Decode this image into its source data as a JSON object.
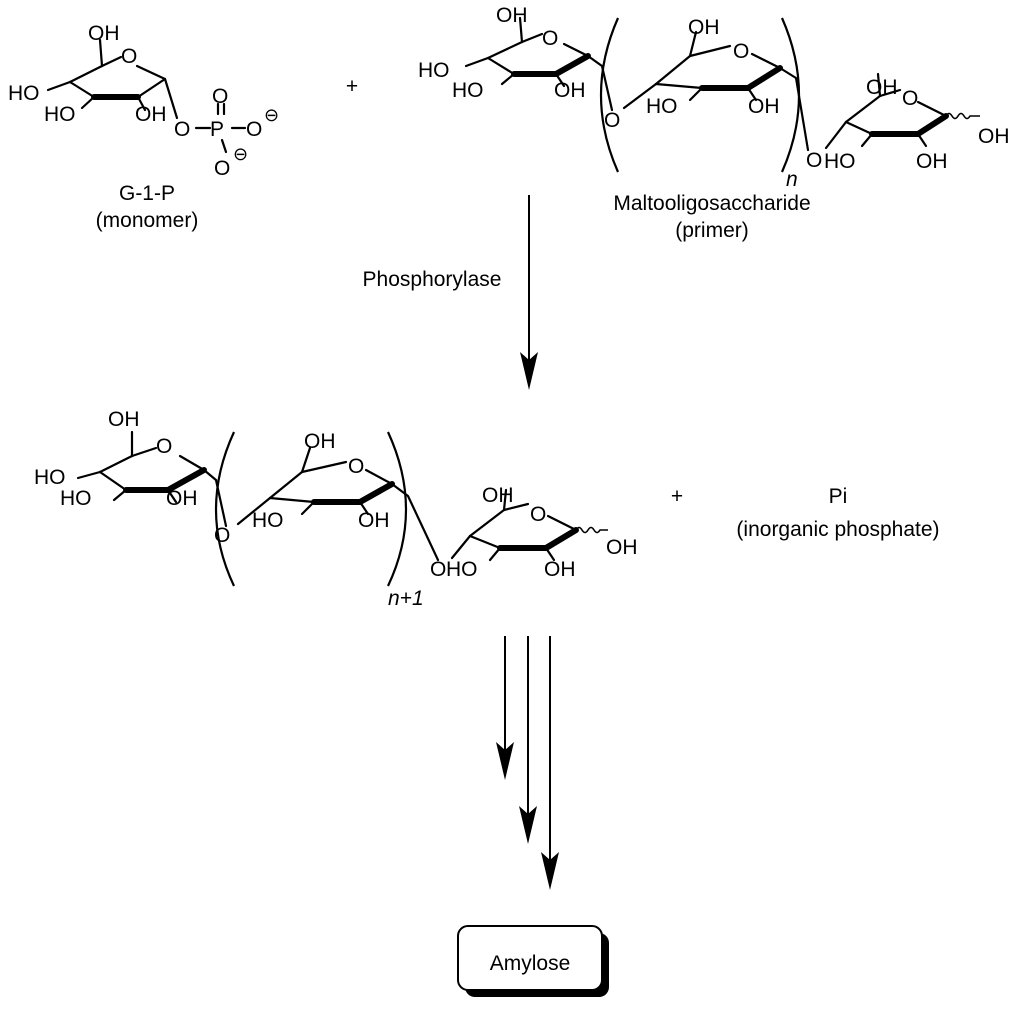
{
  "g1p": {
    "label": "G-1-P",
    "sublabel": "(monomer)",
    "atoms": {
      "oh6": "OH",
      "ho4": "HO",
      "ho3": "HO",
      "oh2": "OH",
      "ring_o": "O",
      "o_link": "O",
      "p": "P",
      "o_top": "O",
      "o_right": "O",
      "o_bottom": "O",
      "charge_right": "⊖",
      "charge_bottom": "⊖"
    }
  },
  "plus1": "+",
  "primer": {
    "label": "Maltooligosaccharide",
    "sublabel": "(primer)",
    "repeat": "n",
    "atoms": {
      "u1_oh6": "OH",
      "u1_ho4": "HO",
      "u1_ho3": "HO",
      "u1_oh2": "OH",
      "u1_ring_o": "O",
      "link1_o": "O",
      "u2_oh6": "OH",
      "u2_ho3": "HO",
      "u2_oh2": "OH",
      "u2_ring_o": "O",
      "link2_o": "O",
      "u3_oh6": "OH",
      "u3_ho3": "HO",
      "u3_oh2": "OH",
      "u3_ring_o": "O",
      "u3_oh1": "OH"
    }
  },
  "step1": {
    "enzyme": "Phosphorylase"
  },
  "product": {
    "repeat": "n+1",
    "atoms": {
      "u1_oh6": "OH",
      "u1_ho4": "HO",
      "u1_ho3": "HO",
      "u1_oh2": "OH",
      "u1_ring_o": "O",
      "link1_o": "O",
      "u2_oh6": "OH",
      "u2_ho3": "HO",
      "u2_oh2": "OH",
      "u2_ring_o": "O",
      "link2_o": "O",
      "u3_oh6": "OH",
      "u3_ho3": "HO",
      "u3_oh2": "OH",
      "u3_ring_o": "O",
      "u3_oh1": "OH"
    }
  },
  "plus2": "+",
  "pi": {
    "label": "Pi",
    "sublabel": "(inorganic phosphate)"
  },
  "final": {
    "label": "Amylose"
  }
}
